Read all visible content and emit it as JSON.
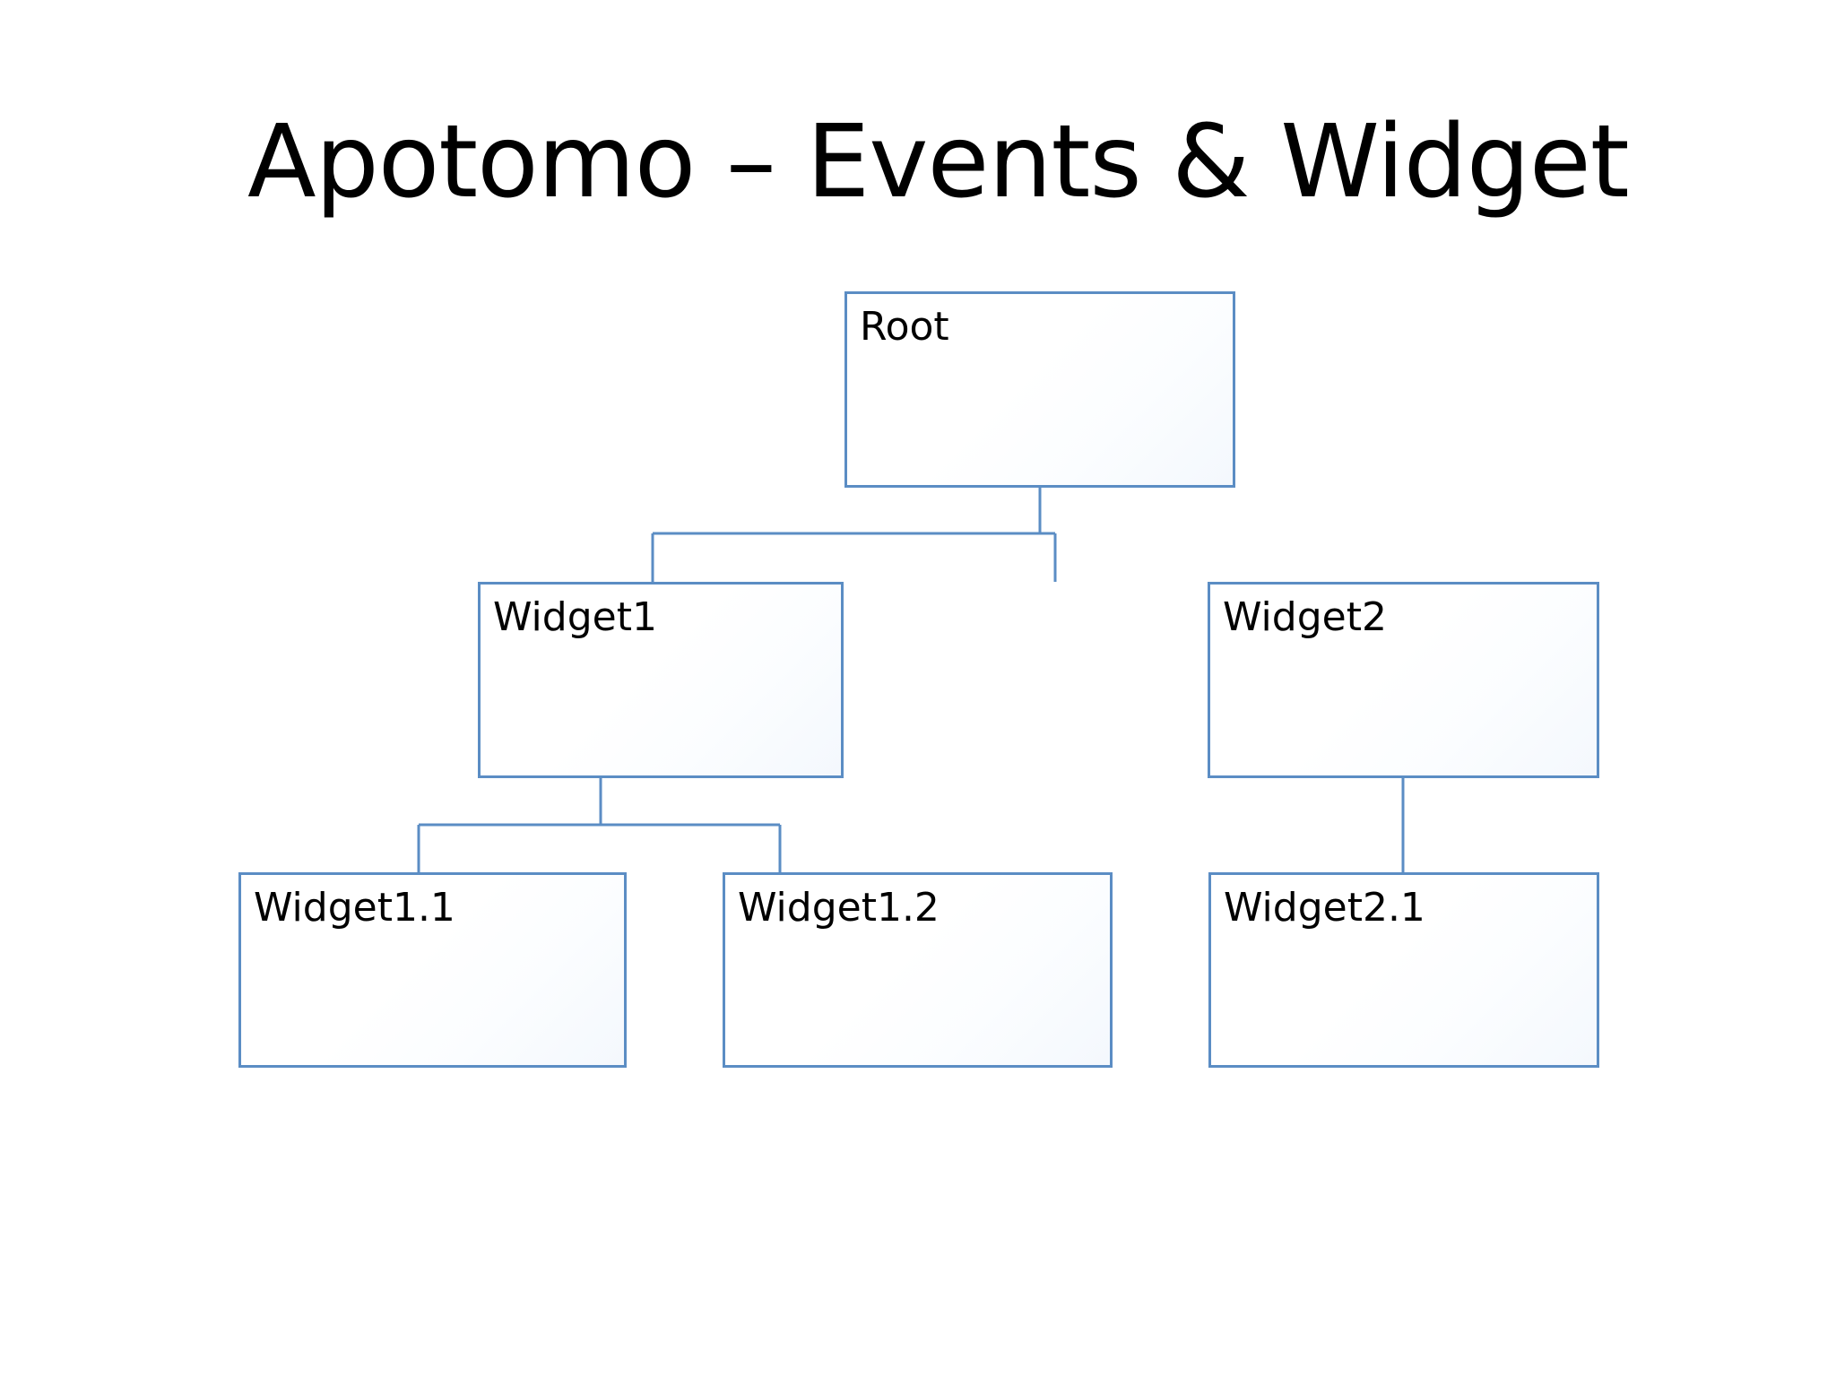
{
  "slide": {
    "title": "Apotomo – Events & Widget",
    "background_color": "#FFFFFF",
    "text_color": "#000000"
  },
  "diagram": {
    "type": "org-chart-tree",
    "connector_color": "#5B8DC4",
    "node_border_color": "#5B8DC4",
    "node_fill_color": "#FFFFFF",
    "nodes": [
      {
        "id": "root",
        "label": "Root",
        "level": 0,
        "parent": null
      },
      {
        "id": "widget1",
        "label": "Widget1",
        "level": 1,
        "parent": "root"
      },
      {
        "id": "widget2",
        "label": "Widget2",
        "level": 1,
        "parent": "root"
      },
      {
        "id": "widget11",
        "label": "Widget1.1",
        "level": 2,
        "parent": "widget1"
      },
      {
        "id": "widget12",
        "label": "Widget1.2",
        "level": 2,
        "parent": "widget1"
      },
      {
        "id": "widget21",
        "label": "Widget2.1",
        "level": 2,
        "parent": "widget2"
      }
    ],
    "edges": [
      {
        "from": "root",
        "to": "widget1"
      },
      {
        "from": "root",
        "to": "widget2"
      },
      {
        "from": "widget1",
        "to": "widget11"
      },
      {
        "from": "widget1",
        "to": "widget12"
      },
      {
        "from": "widget2",
        "to": "widget21"
      }
    ]
  }
}
